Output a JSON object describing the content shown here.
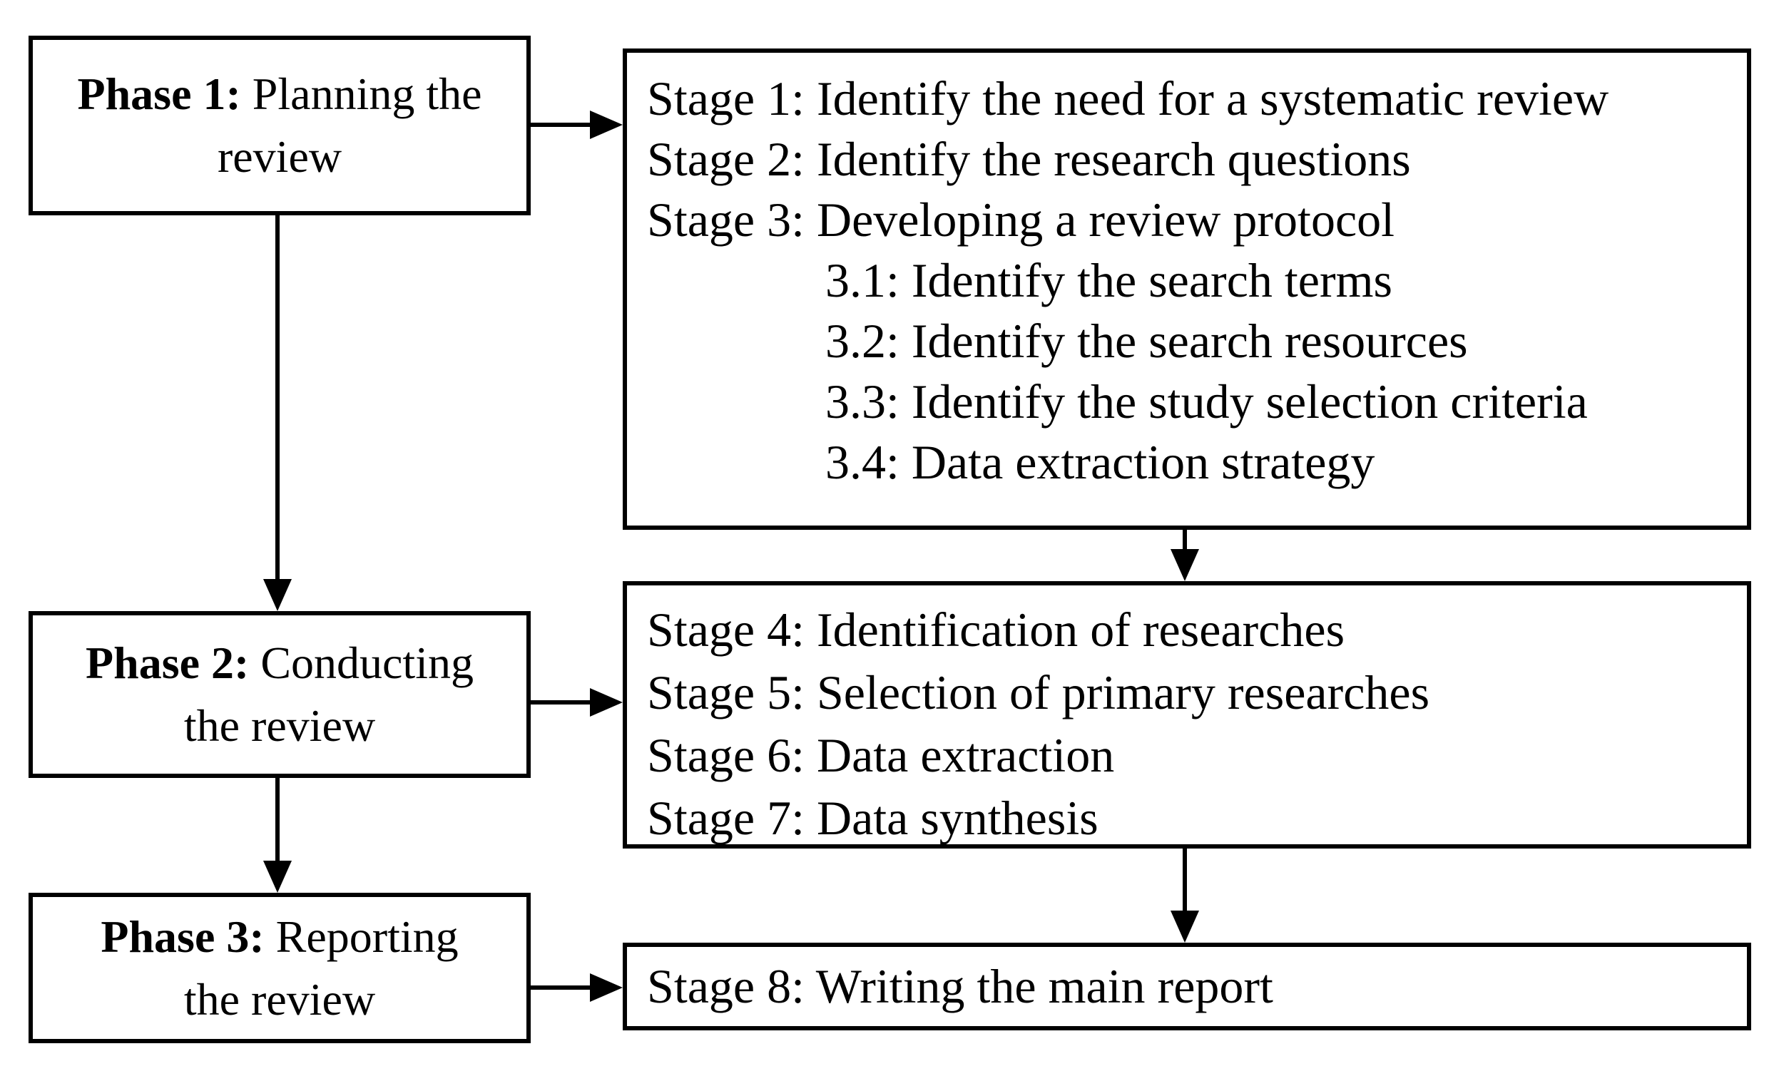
{
  "colors": {
    "background": "#ffffff",
    "foreground": "#000000"
  },
  "phases": [
    {
      "line1_bold": "Phase 1:",
      "line1_rest": " Planning the",
      "line2": "review"
    },
    {
      "line1_bold": "Phase 2:",
      "line1_rest": " Conducting",
      "line2": "the review"
    },
    {
      "line1_bold": "Phase 3:",
      "line1_rest": " Reporting",
      "line2": "the review"
    }
  ],
  "groups": [
    {
      "stages": [
        "Stage 1: Identify the need for a systematic review",
        "Stage 2: Identify the research questions",
        "Stage 3: Developing a review protocol"
      ],
      "substages": [
        "3.1: Identify the search terms",
        "3.2: Identify the search resources",
        "3.3: Identify the study selection criteria",
        "3.4: Data extraction strategy"
      ]
    },
    {
      "stages": [
        "Stage 4: Identification of researches",
        "Stage 5: Selection of primary researches",
        "Stage 6: Data extraction",
        "Stage 7: Data synthesis"
      ],
      "substages": []
    },
    {
      "stages": [
        "Stage 8: Writing the main report"
      ],
      "substages": []
    }
  ]
}
